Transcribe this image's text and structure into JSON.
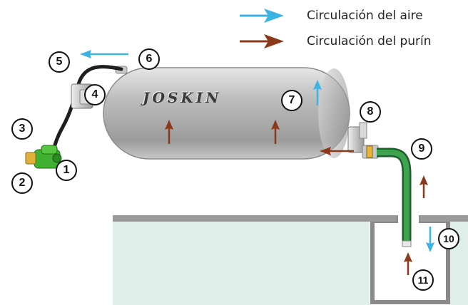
{
  "legend": {
    "air": {
      "label": "Circulación del aire",
      "color": "#3bb3e4"
    },
    "slurry": {
      "label": "Circulación del purín",
      "color": "#8a3a1a"
    }
  },
  "brand": "JOSKIN",
  "callouts": [
    "1",
    "2",
    "3",
    "4",
    "5",
    "6",
    "7",
    "8",
    "9",
    "10",
    "11"
  ],
  "colors": {
    "tank": "#b3b3b3",
    "hose": "#2d8a3e",
    "ground": "#dfeee9",
    "ground_edge": "#8a8a8a",
    "pump": "#3fb02f"
  }
}
